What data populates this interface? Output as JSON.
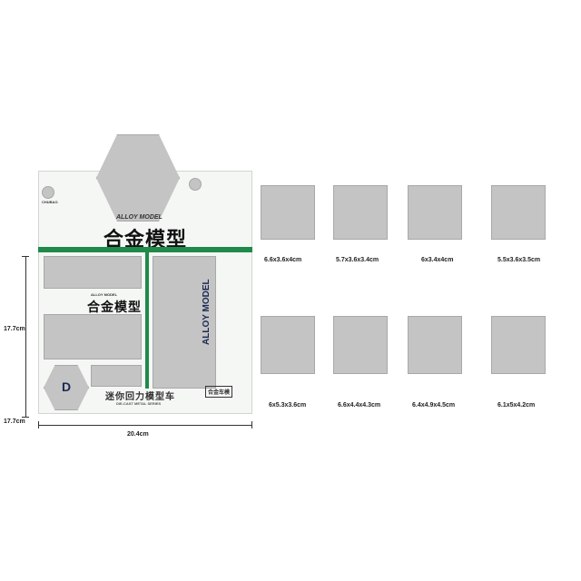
{
  "package": {
    "brand": "CHUBAO",
    "title_cn": "合金模型",
    "title_en": "ALLOY MODEL",
    "side_text": "ALLOY MODEL",
    "subtitle_cn": "迷你回力模型车",
    "subtitle_en": "DIE-CAST METAL SERIES",
    "badge": "D",
    "stamp_cn": "合金车模"
  },
  "dimensions": {
    "height_top": "17.7cm",
    "height_bottom": "17.7cm",
    "width": "20.4cm"
  },
  "products": {
    "tanks": [
      {
        "size": "6.6x3.6x4cm"
      },
      {
        "size": "5.7x3.6x3.4cm"
      },
      {
        "size": "6x3.4x4cm"
      },
      {
        "size": "5.5x3.6x3.5cm"
      }
    ],
    "jets": [
      {
        "size": "6x5.3x3.6cm"
      },
      {
        "size": "6.6x4.4x4.3cm"
      },
      {
        "size": "6.4x4.9x4.5cm"
      },
      {
        "size": "6.1x5x4.2cm"
      }
    ]
  }
}
